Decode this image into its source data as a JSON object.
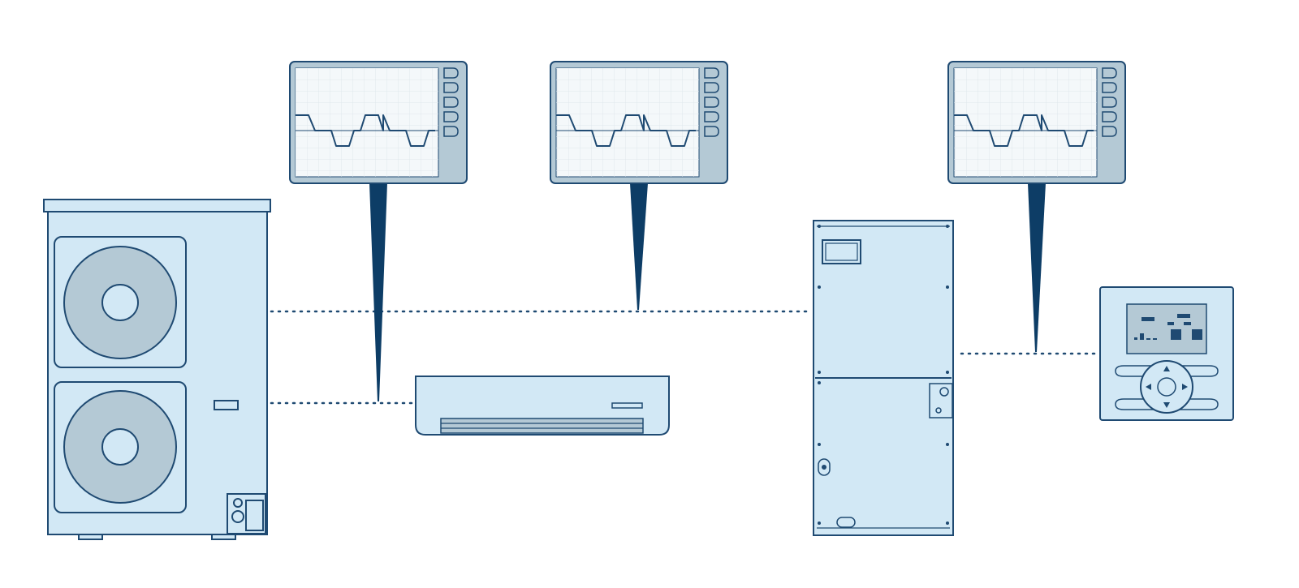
{
  "diagram": {
    "colors": {
      "outline": "#1f4a72",
      "fill_light": "#d2e8f5",
      "fill_mid": "#b4c9d5",
      "screen_bg": "#f4f8fa",
      "grid": "#dfe7ec",
      "pointer": "#0d3d66",
      "connection": "#1f4a72"
    },
    "components": [
      {
        "id": "outdoor-unit",
        "icon": "outdoor-condenser-icon"
      },
      {
        "id": "wall-unit",
        "icon": "wall-mounted-indoor-unit-icon"
      },
      {
        "id": "air-handler",
        "icon": "air-handler-cabinet-icon"
      },
      {
        "id": "wall-controller",
        "icon": "wall-thermostat-controller-icon"
      }
    ],
    "monitors": [
      {
        "id": "monitor-1",
        "icon": "oscilloscope-monitor-icon",
        "signal": "square-wave"
      },
      {
        "id": "monitor-2",
        "icon": "oscilloscope-monitor-icon",
        "signal": "square-wave"
      },
      {
        "id": "monitor-3",
        "icon": "oscilloscope-monitor-icon",
        "signal": "square-wave"
      }
    ],
    "connections": [
      {
        "from": "outdoor-unit",
        "to": "air-handler",
        "style": "dotted"
      },
      {
        "from": "outdoor-unit",
        "to": "wall-unit",
        "style": "dotted"
      },
      {
        "from": "air-handler",
        "to": "wall-controller",
        "style": "dotted"
      }
    ]
  }
}
